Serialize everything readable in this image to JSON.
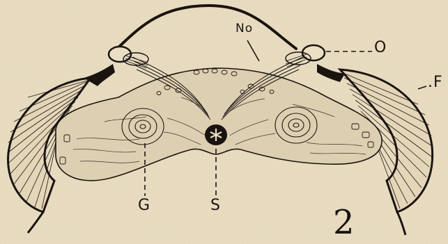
{
  "labels": {
    "no": "No",
    "o": "O",
    "f": ".F",
    "g": "G",
    "s": "S",
    "figure_number": "2"
  },
  "colors": {
    "paper": "#e8dcc0",
    "ink": "#1a1410",
    "tissue_fill": "#ddd0b2"
  }
}
